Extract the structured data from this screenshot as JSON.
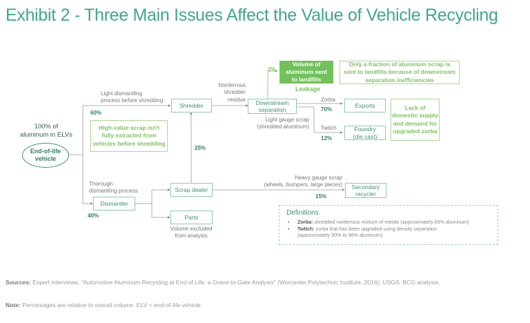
{
  "title": "Exhibit 2 - Three Main Issues Affect the Value of Vehicle Recycling",
  "diagram": {
    "start": {
      "heading": "100% of aluminum in ELVs",
      "heading_line1": "100% of",
      "heading_line2": "aluminum in ELVs",
      "node_line1": "End-of-life",
      "node_line2": "vehicle"
    },
    "nodes": {
      "shredder": "Shredder",
      "downstream_line1": "Downstream",
      "downstream_line2": "separation",
      "exports": "Exports",
      "foundry_line1": "Foundry",
      "foundry_line2": "(die cast)",
      "scrap_dealer": "Scrap dealer",
      "dismantler": "Dismantler",
      "parts": "Parts",
      "secondary_line1": "Secondary",
      "secondary_line2": "recycler",
      "landfill_line1": "Volume of",
      "landfill_line2": "aluminum sent",
      "landfill_line3": "to landfills"
    },
    "edge_labels": {
      "light_dismantling_line1": "Light dismantling",
      "light_dismantling_line2": "process before shredding",
      "nonferrous_line1": "Nonferrous",
      "nonferrous_line2": "shredder",
      "nonferrous_line3": "residue",
      "zorba": "Zorba",
      "twitch": "Twitch",
      "light_gauge_line1": "Light gauge scrap",
      "light_gauge_line2": "(shredded aluminum)",
      "thorough_line1": "Thorough",
      "thorough_line2": "dismantling process",
      "heavy_gauge_line1": "Heavy gauge scrap",
      "heavy_gauge_line2": "(wheels, bumpers, large pieces)",
      "excluded_line1": "Volume excluded",
      "excluded_line2": "from analysis",
      "leakage": "Leakage"
    },
    "percentages": {
      "to_shredder": "60%",
      "to_dismantler": "40%",
      "dealer_to_shredder": "25%",
      "to_landfill": "3%",
      "zorba_exports": "70%",
      "twitch_foundry": "12%",
      "heavy_gauge": "15%"
    },
    "callouts": {
      "high_value_line1": "High-value scrap isn't",
      "high_value_line2": "fully extracted from",
      "high_value_line3": "vehicles before shredding",
      "fraction_line1": "Only a fraction of aluminum scrap is",
      "fraction_line2": "sent to landfills because of downstream",
      "fraction_line3": "separation inefficiencies",
      "lack_line1": "Lack of",
      "lack_line2": "domestic supply",
      "lack_line3": "and demand for",
      "lack_line4": "upgraded zorba"
    },
    "definitions": {
      "title": "Definitions",
      "items": [
        {
          "term": "Zorba:",
          "text": " shredded nonferrous mixture of metals (approximately 65% aluminum)"
        },
        {
          "term": "Twitch:",
          "text": " zorba that has been upgraded using density separation",
          "text2": "(approximately 90% to 98% aluminum)"
        }
      ]
    }
  },
  "footer": {
    "sources_label": "Sources:",
    "sources_text": " Expert interviews; “Automotive Aluminum Recycling at End of Life: a Grave-to-Gate Analysis” (Worcester Polytechnic Institute, 2016); USGS; BCG analysis.",
    "note_label": "Note:",
    "note_text": " Percentages are relative to overall volume. ELV = end-of-life vehicle."
  },
  "colors": {
    "title": "#3ea98a",
    "node_border": "#8cc9b3",
    "callout": "#7ec25e",
    "landfill_fill": "#72c15b",
    "percent": "#2e7d5f"
  }
}
